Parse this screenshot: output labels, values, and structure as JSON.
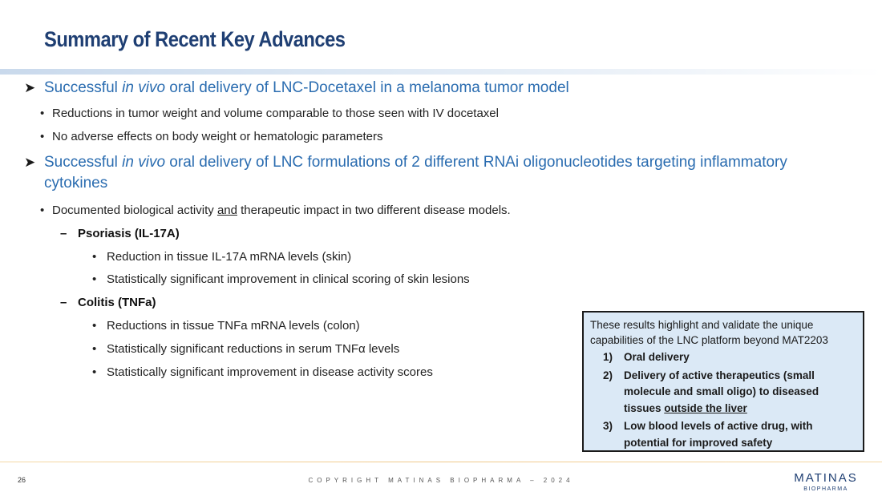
{
  "title": "Summary of Recent Key Advances",
  "section1": {
    "heading_pre": "Successful ",
    "heading_italic": "in vivo",
    "heading_post": " oral delivery of LNC-Docetaxel in a melanoma tumor model",
    "bullets": [
      "Reductions in tumor weight and volume comparable to those seen with IV docetaxel",
      "No adverse effects on body weight or hematologic parameters"
    ]
  },
  "section2": {
    "heading_pre": "Successful ",
    "heading_italic": "in vivo",
    "heading_post": " oral delivery of LNC formulations of 2 different RNAi oligonucleotides targeting inflammatory cytokines",
    "bullet_pre": "Documented biological activity ",
    "bullet_underlined": "and",
    "bullet_post": " therapeutic impact in two different disease models.",
    "models": [
      {
        "name": "Psoriasis (IL-17A)",
        "points": [
          "Reduction in tissue IL-17A mRNA levels (skin)",
          "Statistically significant improvement in clinical scoring of skin lesions"
        ]
      },
      {
        "name": "Colitis (TNFa)",
        "points": [
          "Reductions in tissue TNFa mRNA levels (colon)",
          "Statistically significant reductions in serum TNFα levels",
          "Statistically significant improvement in disease activity scores"
        ]
      }
    ]
  },
  "callout": {
    "intro": "These results highlight and validate the unique capabilities of the LNC platform beyond MAT2203",
    "items": [
      {
        "num": "1)",
        "text": "Oral delivery"
      },
      {
        "num": "2)",
        "text_pre": "Delivery of active therapeutics (small molecule and small oligo) to diseased tissues ",
        "text_underlined": "outside the liver"
      },
      {
        "num": "3)",
        "text": "Low blood levels of active drug, with potential for improved safety"
      }
    ]
  },
  "footer": {
    "page_number": "26",
    "copyright": "COPYRIGHT MATINAS BIOPHARMA – 2024",
    "logo_main": "MATINAS",
    "logo_sub": "BIOPHARMA"
  },
  "colors": {
    "title": "#1f3f73",
    "heading": "#2a6cb0",
    "callout_bg": "#dbe9f6"
  }
}
